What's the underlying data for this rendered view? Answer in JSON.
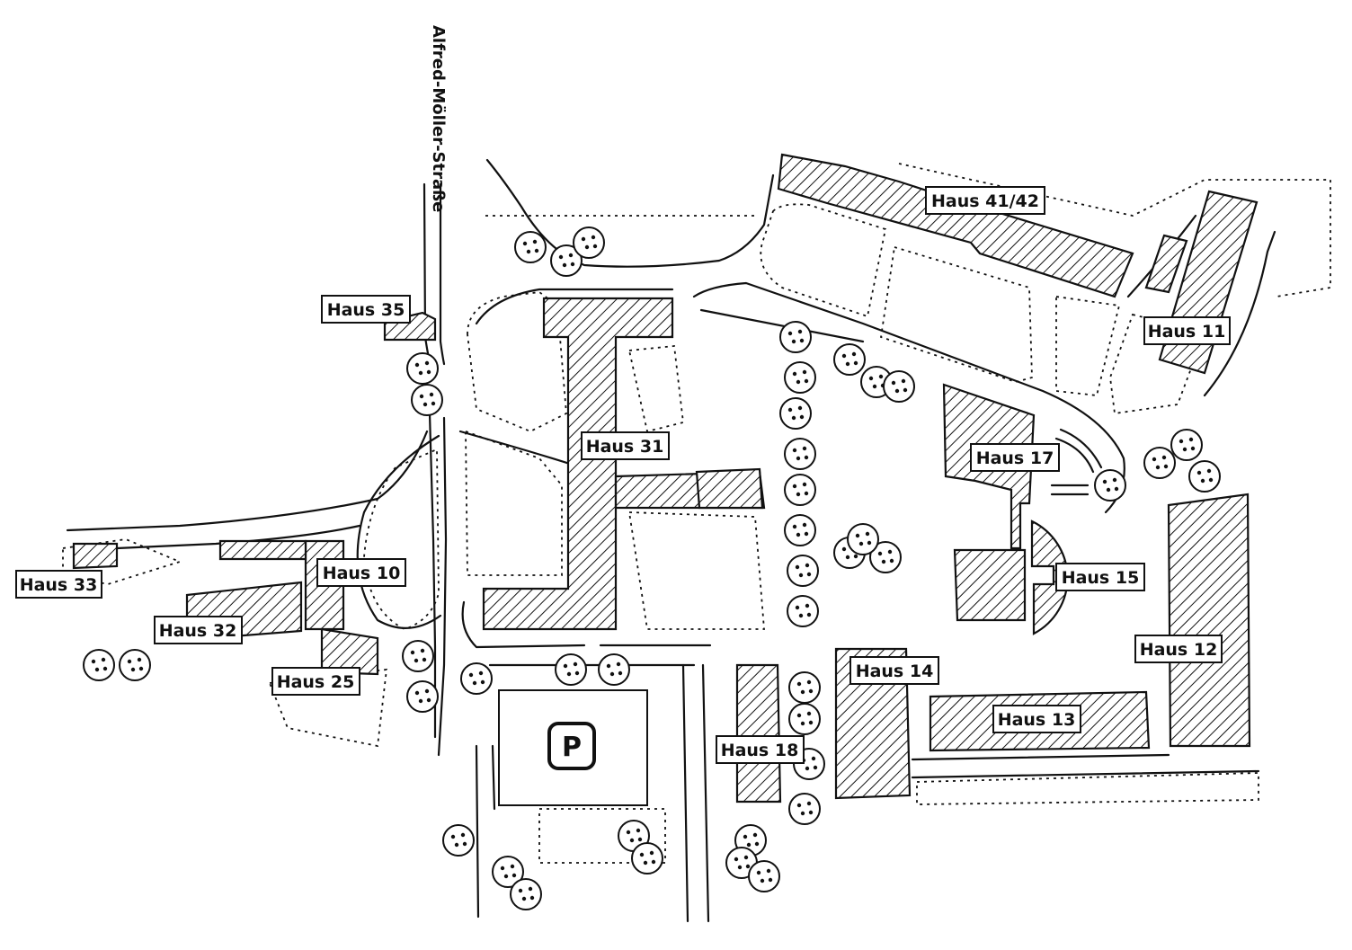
{
  "street": {
    "name": "Alfred-Möller-Straße"
  },
  "parking": {
    "symbol": "P"
  },
  "labels": {
    "haus_41_42": "Haus 41/42",
    "haus_35": "Haus 35",
    "haus_11": "Haus 11",
    "haus_31": "Haus 31",
    "haus_17": "Haus 17",
    "haus_10": "Haus 10",
    "haus_33": "Haus 33",
    "haus_15": "Haus 15",
    "haus_32": "Haus 32",
    "haus_12": "Haus 12",
    "haus_14": "Haus 14",
    "haus_25": "Haus 25",
    "haus_13": "Haus 13",
    "haus_18": "Haus 18"
  },
  "style": {
    "ink": "#111111",
    "paper": "#ffffff"
  }
}
